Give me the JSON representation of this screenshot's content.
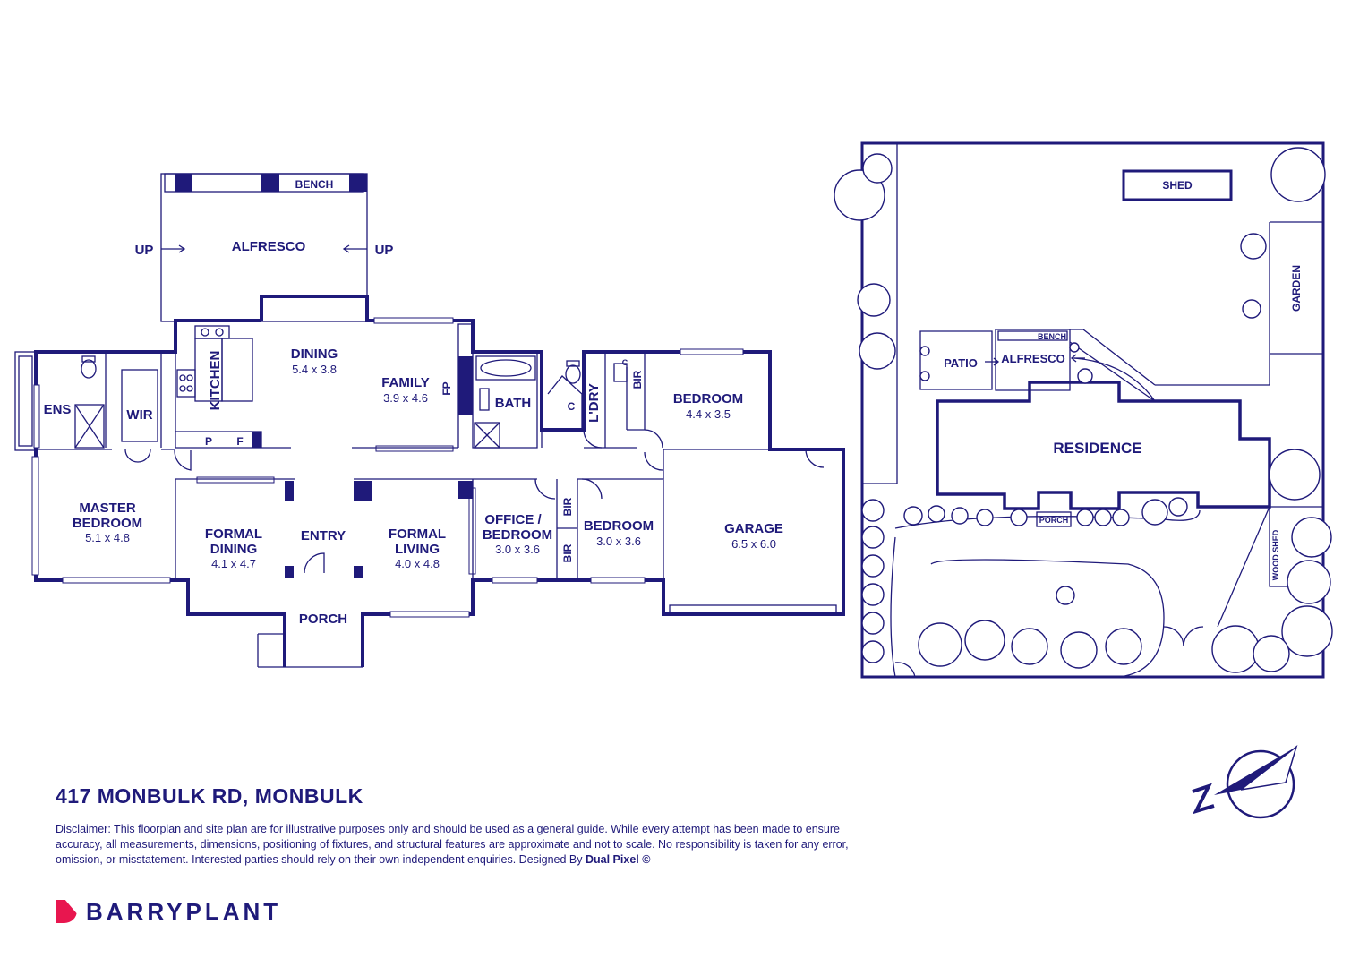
{
  "floorplan": {
    "rooms": {
      "bench": "BENCH",
      "alfresco": "ALFRESCO",
      "up_left": "UP",
      "up_right": "UP",
      "dining": "DINING",
      "dining_dims": "5.4 x 3.8",
      "family": "FAMILY",
      "family_dims": "3.9 x 4.6",
      "fp": "FP",
      "kitchen": "KITCHEN",
      "pantry": "P",
      "fridge": "F",
      "ens": "ENS",
      "wir": "WIR",
      "bath": "BATH",
      "cupboard": "C",
      "ldry": "L'DRY",
      "ldry_c": "C",
      "bir_top": "BIR",
      "bedroom_main": "BEDROOM",
      "bedroom_main_dims": "4.4 x 3.5",
      "master": "MASTER",
      "master_line2": "BEDROOM",
      "master_dims": "5.1 x 4.8",
      "formal_dining": "FORMAL",
      "formal_dining_line2": "DINING",
      "formal_dining_dims": "4.1 x 4.7",
      "entry": "ENTRY",
      "formal_living": "FORMAL",
      "formal_living_line2": "LIVING",
      "formal_living_dims": "4.0 x 4.8",
      "office": "OFFICE /",
      "office_line2": "BEDROOM",
      "office_dims": "3.0 x 3.6",
      "bir_1": "BIR",
      "bir_2": "BIR",
      "bedroom_small": "BEDROOM",
      "bedroom_small_dims": "3.0 x 3.6",
      "garage": "GARAGE",
      "garage_dims": "6.5 x 6.0",
      "porch": "PORCH"
    }
  },
  "siteplan": {
    "shed": "SHED",
    "garden": "GARDEN",
    "patio": "PATIO",
    "alfresco": "ALFRESCO",
    "bench": "BENCH",
    "residence": "RESIDENCE",
    "porch": "PORCH",
    "wood_shed": "WOOD SHED"
  },
  "footer": {
    "address": "417 MONBULK RD, MONBULK",
    "disclaimer": "Disclaimer: This floorplan and site plan are for illustrative purposes only and should be used as a general guide. While every attempt has been made to ensure accuracy, all measurements, dimensions, positioning of fixtures, and structural features are approximate and not to scale. No responsibility is taken for any error, omission, or misstatement. Interested parties should rely on their own independent enquiries. Designed By ",
    "designer": "Dual Pixel ©",
    "brand": "BARRYPLANT"
  },
  "colors": {
    "ink": "#1f1a7a",
    "brand_accent": "#e8164f",
    "background": "#ffffff"
  },
  "icons": {
    "compass": "north-compass-icon"
  }
}
